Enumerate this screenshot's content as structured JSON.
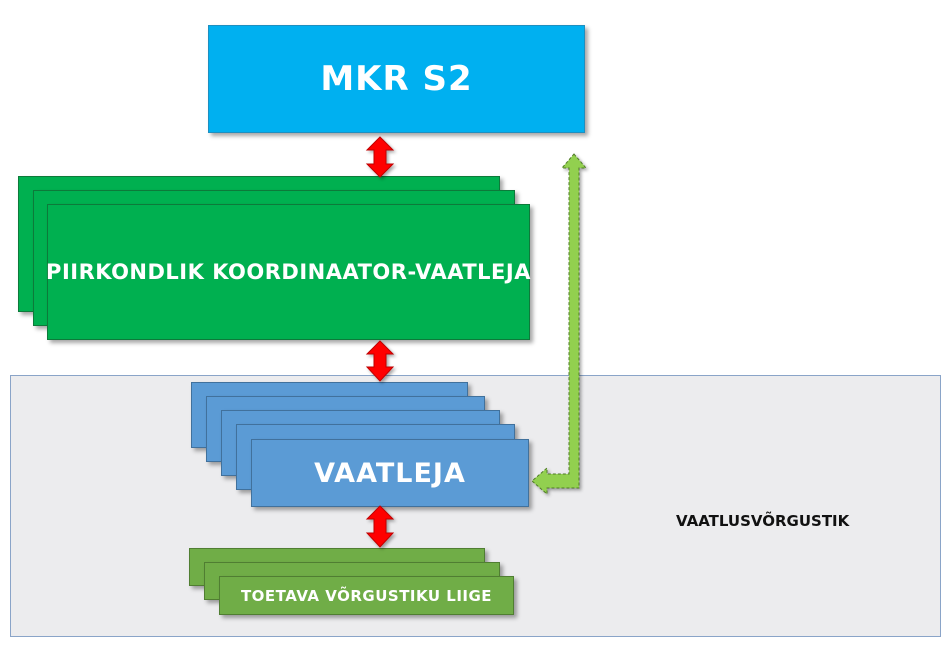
{
  "diagram": {
    "top_node": {
      "label": "MKR S2"
    },
    "coordinator_node": {
      "label": "PIIRKONDLIK KOORDINAATOR-VAATLEJA"
    },
    "observer_node": {
      "label": "VAATLEJA"
    },
    "member_node": {
      "label": "TOETAVA VÕRGUSTIKU LIIGE"
    },
    "network_zone": {
      "label": "VAATLUSVÕRGUSTIK"
    }
  },
  "colors": {
    "top_node": "#00b0f0",
    "coordinator_node": "#00b050",
    "observer_node": "#5b9bd5",
    "member_node": "#70ad47",
    "vertical_arrows": "#ff0000",
    "feedback_arrow": "#92d050",
    "network_zone_background": "#ececee"
  }
}
